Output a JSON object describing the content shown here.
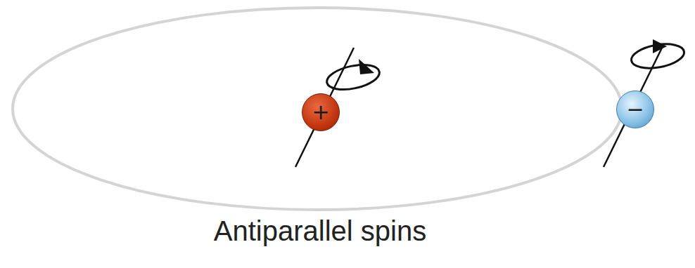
{
  "diagram": {
    "nodes": [
      {
        "text": [
          "+"
        ]
      },
      {
        "text": [
          "−"
        ]
      }
    ],
    "labels": [
      "Antiparallel spins"
    ]
  }
}
